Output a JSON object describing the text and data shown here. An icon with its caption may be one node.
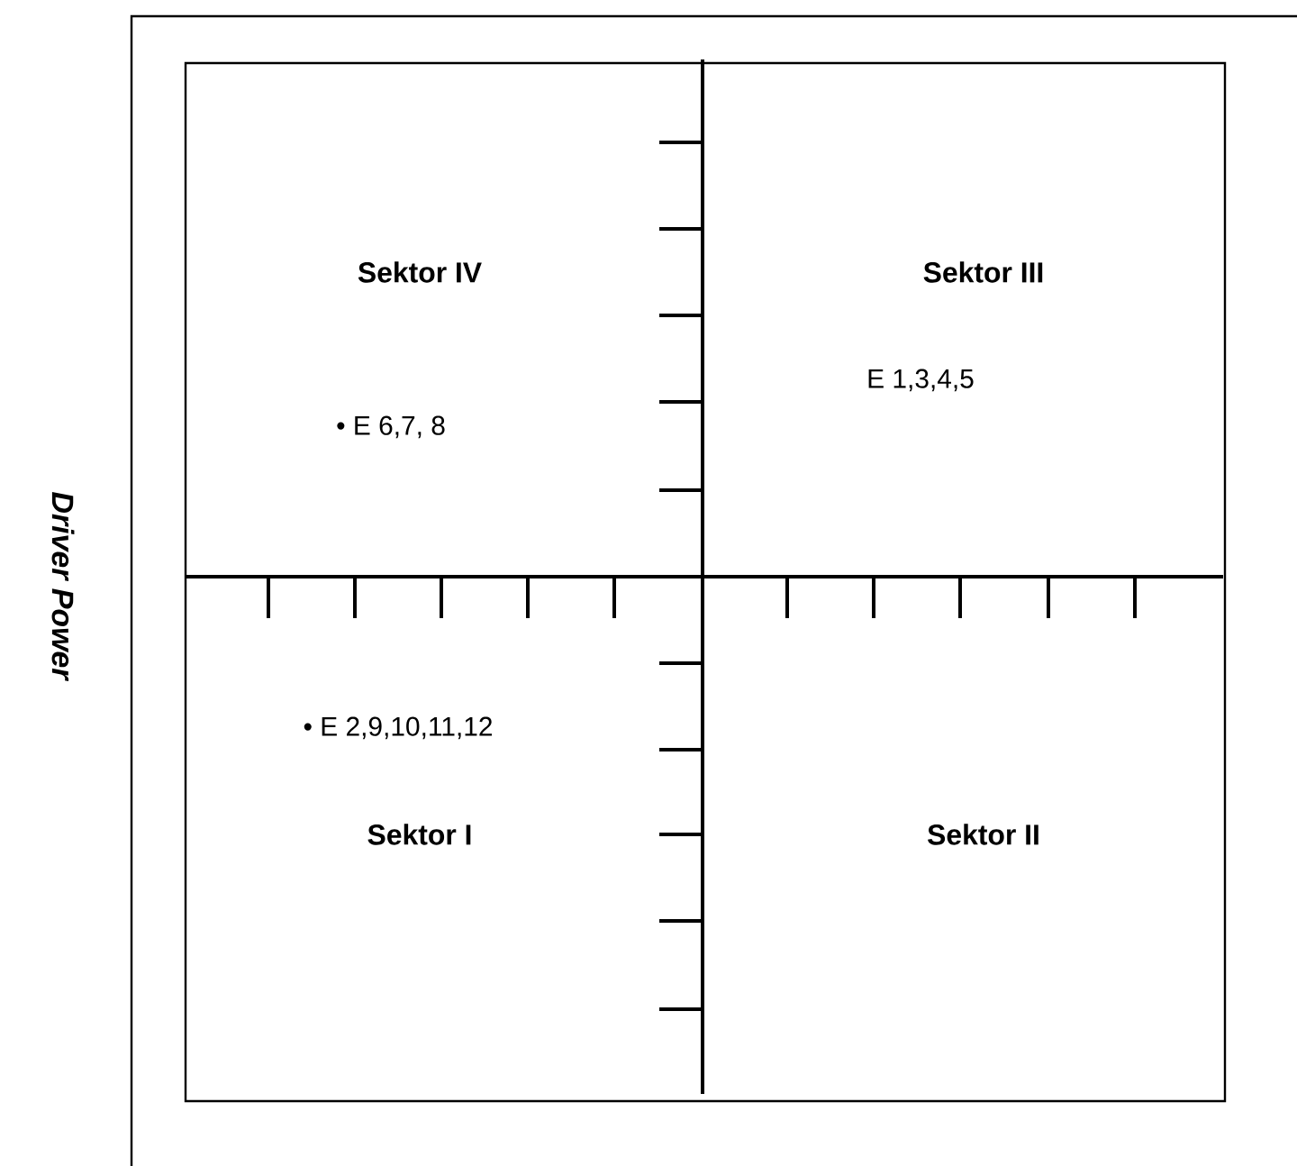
{
  "diagram": {
    "labels": [
      "Sektor IV",
      "Sektor III",
      "E 1,3,4,5",
      "• E 6,7, 8",
      "Driver Power",
      "• E 2,9,10,11,12",
      "Sektor I",
      "Sektor II"
    ]
  }
}
